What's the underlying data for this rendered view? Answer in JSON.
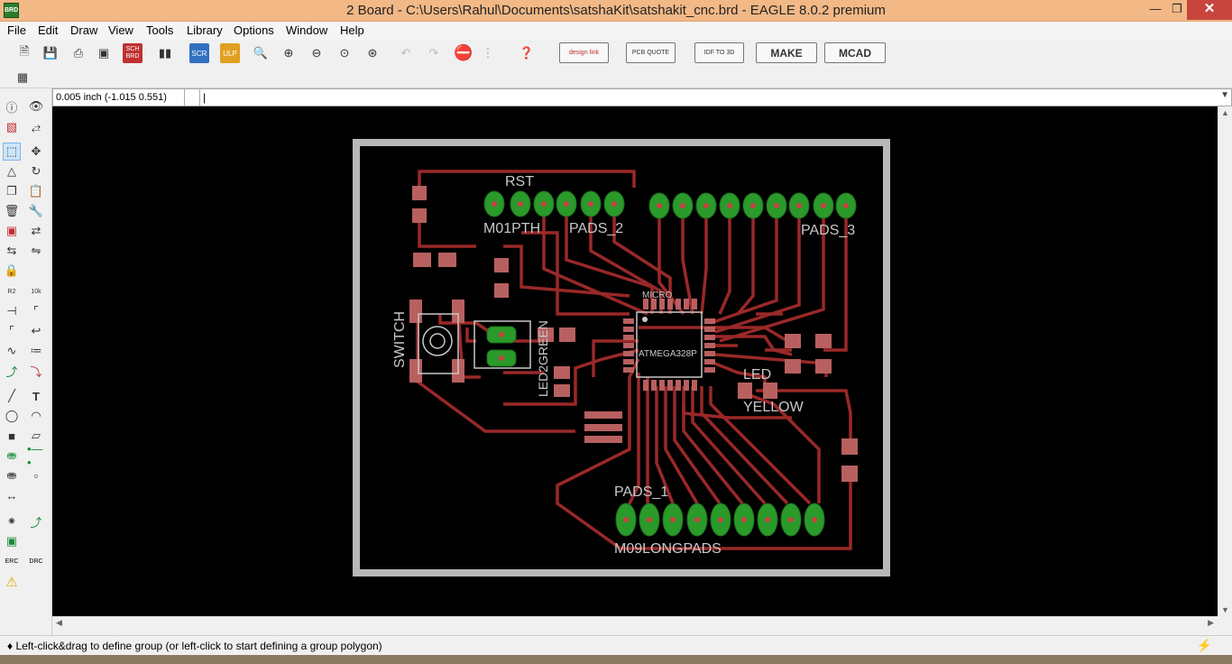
{
  "window": {
    "title": "2 Board - C:\\Users\\Rahul\\Documents\\satshaKit\\satshakit_cnc.brd - EAGLE 8.0.2 premium",
    "app_icon_text": "BRD"
  },
  "menu": [
    "File",
    "Edit",
    "Draw",
    "View",
    "Tools",
    "Library",
    "Options",
    "Window",
    "Help"
  ],
  "toolbar_buttons": {
    "design_link": "design link",
    "pcb_quote": "PCB QUOTE",
    "idf_3d": "IDF TO 3D",
    "make": "MAKE",
    "mcad": "MCAD",
    "sch_brd": "SCH BRD",
    "scr": "SCR",
    "ulp": "ULP"
  },
  "coordinates": "0.005 inch (-1.015 0.551)",
  "command_line": "|",
  "left_tool_labels": {
    "r2": "R2",
    "k10": "10k",
    "erc": "ERC",
    "drc": "DRC"
  },
  "board_labels": {
    "rst": "RST",
    "m01pth": "M01PTH",
    "pads2": "PADS_2",
    "pads3": "PADS_3",
    "micro": "MICRO",
    "atmega": "ATMEGA328P",
    "switch": "SWITCH",
    "led2green": "LED2GREEN",
    "led": "LED",
    "yellow": "YELLOW",
    "pads1": "PADS_1",
    "m09": "M09LONGPADS"
  },
  "status": "♦ Left-click&drag to define group (or left-click to start defining a group polygon)",
  "colors": {
    "trace": "#9a2828",
    "pad_green": "#2a9a2a",
    "smd": "#b86060",
    "silk": "#c8c8c8",
    "board_outline": "#c0c0c0"
  }
}
